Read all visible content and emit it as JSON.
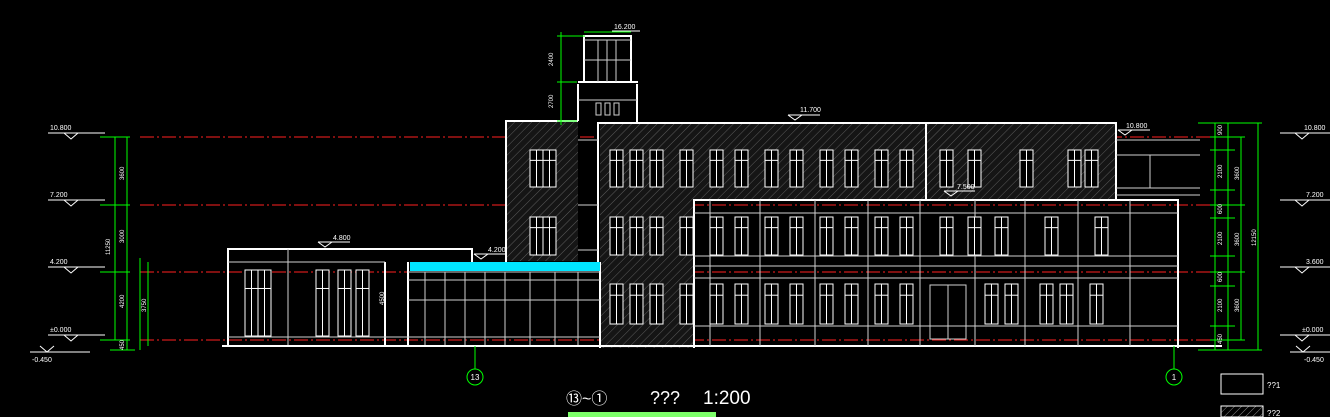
{
  "drawing": {
    "title": "???",
    "scale": "1:200",
    "axis_range": "⑬~①",
    "axis_left": "13",
    "axis_right": "1"
  },
  "levels": {
    "l10800": "10.800",
    "l7200": "7.200",
    "l4200": "4.200",
    "l0": "±0.000",
    "lneg450": "-0.450",
    "r10800": "10.800",
    "r7200": "7.200",
    "r3600": "3.600",
    "r0": "±0.000",
    "rneg450": "-0.450"
  },
  "annotations": {
    "tower_top": "16.200",
    "roof_main": "11.700",
    "roof_right": "10.800",
    "canopy": "7.500",
    "left_roof": "4.800",
    "left_canopy": "4.200"
  },
  "dims_left": {
    "total": "11250",
    "d3600a": "3600",
    "d3000": "3000",
    "d4200": "4200",
    "d3750": "3750",
    "d450": "450"
  },
  "dims_tower": {
    "d2400": "2400",
    "d2700": "2700",
    "d4500": "4500"
  },
  "dims_right": {
    "total": "12150",
    "d3600a": "3600",
    "d3600b": "3600",
    "d3600c": "3600",
    "d2100a": "2100",
    "d2100b": "2100",
    "d2100c": "2100",
    "d900": "900",
    "d600a": "600",
    "d600b": "600",
    "d450": "450"
  },
  "legend": {
    "item1": "??1",
    "item2": "??2"
  },
  "colors": {
    "wall": "#ffffff",
    "detail": "#cfcfcf",
    "dim": "#00ff00",
    "levelline": "#ff2020",
    "glass": "#00e5ff",
    "hatch": "#6a6a6a",
    "underline": "#7dff6a"
  }
}
